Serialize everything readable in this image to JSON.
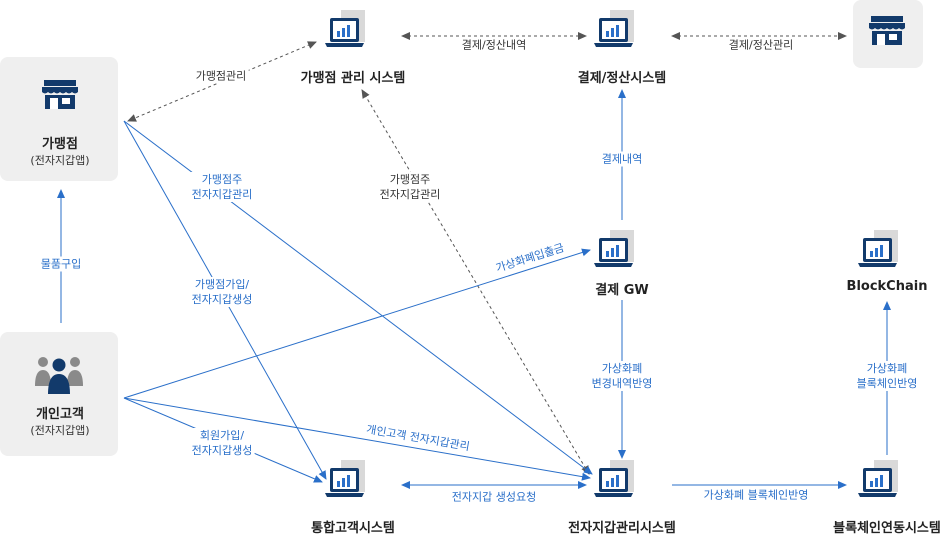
{
  "nodes": {
    "franchise_mgmt": "가맹점 관리 시스템",
    "settlement": "결제/정산시스템",
    "franchise": "가맹점",
    "franchise_sub": "(전자지갑앱)",
    "customer": "개인고객",
    "customer_sub": "(전자지갑앱)",
    "gateway": "결제 GW",
    "blockchain": "BlockChain",
    "integrated_customer": "통합고객시스템",
    "wallet_mgmt": "전자지갑관리시스템",
    "blockchain_link": "블록체인연동시스템"
  },
  "edges": {
    "mgmt_settlement": "결제/정산내역",
    "settlement_store": "결제/정산관리",
    "franchise_mgmt_to_franchise": "가맹점관리",
    "wallet_to_mgmt_1": "가맹점주",
    "wallet_to_mgmt_2": "전자지갑관리",
    "franchise_to_wallet_1": "가맹점주",
    "franchise_to_wallet_2": "전자지갑관리",
    "franchise_to_integrated_1": "가맹점가입/",
    "franchise_to_integrated_2": "전자지갑생성",
    "gw_to_settlement": "결제내역",
    "customer_to_gw": "가상화폐입출금",
    "gw_to_wallet_1": "가상화폐",
    "gw_to_wallet_2": "변경내역반영",
    "customer_to_franchise": "물품구입",
    "customer_to_wallet": "개인고객 전자지갑관리",
    "customer_to_integrated_1": "회원가입/",
    "customer_to_integrated_2": "전자지갑생성",
    "integrated_wallet": "전자지갑 생성요청",
    "wallet_to_bclink": "가상화폐 블록체인반영",
    "bclink_to_bc_1": "가상화폐",
    "bclink_to_bc_2": "블록체인반영"
  },
  "icons": {
    "system": "laptop-chart-icon",
    "store": "storefront-icon",
    "people": "people-group-icon"
  },
  "colors": {
    "blue": "#2a6fc9",
    "dark_dashed": "#555555",
    "navy": "#123a6b",
    "card": "#efefef"
  }
}
